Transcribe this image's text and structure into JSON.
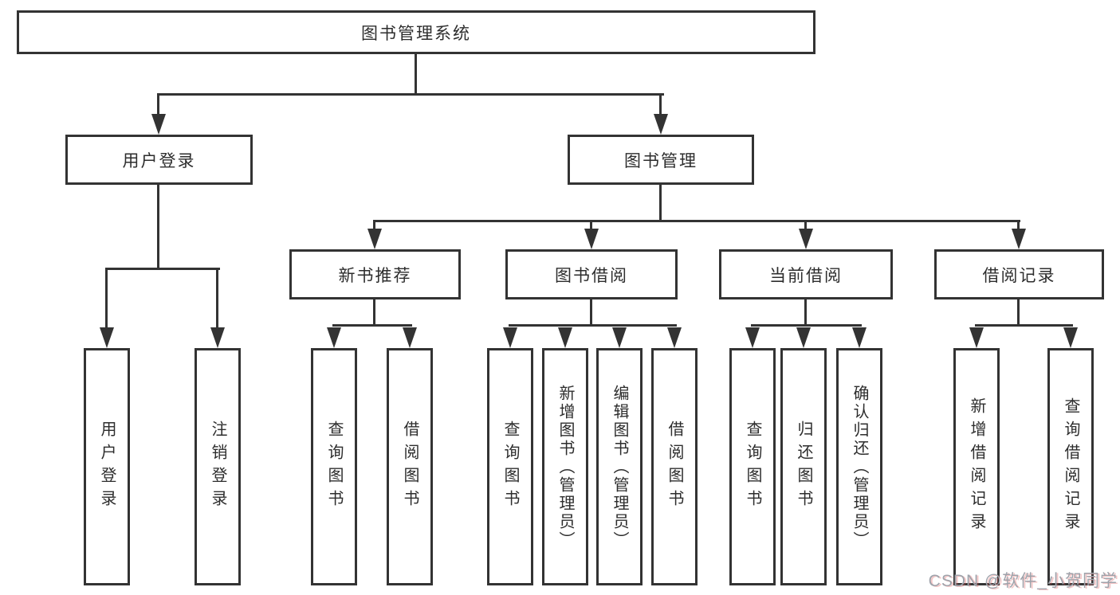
{
  "root": {
    "label": "图书管理系统"
  },
  "branches": [
    {
      "label": "用户登录",
      "leaves": [
        {
          "label": "用户登录"
        },
        {
          "label": "注销登录"
        }
      ]
    },
    {
      "label": "图书管理",
      "sections": [
        {
          "label": "新书推荐",
          "leaves": [
            {
              "label": "查询图书"
            },
            {
              "label": "借阅图书"
            }
          ]
        },
        {
          "label": "图书借阅",
          "leaves": [
            {
              "label": "查询图书"
            },
            {
              "label": "新增图书（管理员）"
            },
            {
              "label": "编辑图书（管理员）"
            },
            {
              "label": "借阅图书"
            }
          ]
        },
        {
          "label": "当前借阅",
          "leaves": [
            {
              "label": "查询图书"
            },
            {
              "label": "归还图书"
            },
            {
              "label": "确认归还（管理员）"
            }
          ]
        },
        {
          "label": "借阅记录",
          "leaves": [
            {
              "label": "新增借阅记录"
            },
            {
              "label": "查询借阅记录"
            }
          ]
        }
      ]
    }
  ],
  "watermark": {
    "text": "CSDN @软件_小贺同学"
  }
}
